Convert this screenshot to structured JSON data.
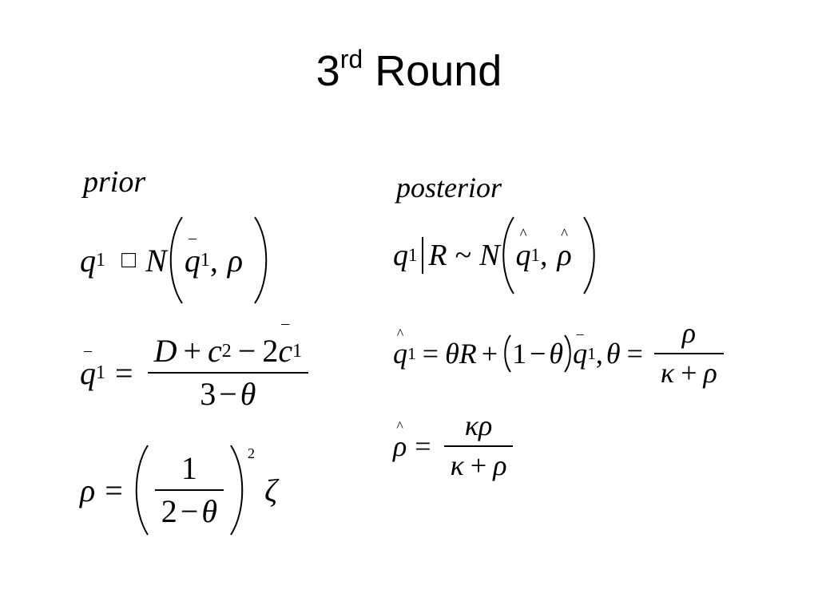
{
  "slide": {
    "title_main": "3",
    "title_sup": "rd",
    "title_rest": "Round"
  },
  "left": {
    "heading": "prior",
    "eq1": {
      "q": "q",
      "sub1": "1",
      "missing_glyph": "□",
      "N": "N",
      "bar_mark": "–",
      "qbar": "q",
      "qbar_sub": "1",
      "comma": ",",
      "rho": "ρ"
    },
    "eq2": {
      "bar_mark": "–",
      "q": "q",
      "sub1": "1",
      "equals": "=",
      "D": "D",
      "plus": "+",
      "c": "c",
      "sub2": "2",
      "minus": "−",
      "two": "2",
      "cbar_mark": "–",
      "c1": "c",
      "c1_sub": "1",
      "three": "3",
      "theta": "θ"
    },
    "eq3": {
      "rho": "ρ",
      "equals": "=",
      "one": "1",
      "two": "2",
      "minus": "−",
      "theta": "θ",
      "power": "2",
      "zeta": "ζ"
    }
  },
  "right": {
    "heading": "posterior",
    "eq1": {
      "q": "q",
      "sub1": "1",
      "R": "R",
      "tilde": "~",
      "N": "N",
      "hat_mark": "^",
      "qhat": "q",
      "qhat_sub": "1",
      "comma": ",",
      "rho": "ρ"
    },
    "eq2": {
      "hat_mark": "^",
      "q": "q",
      "sub1": "1",
      "equals": "=",
      "theta": "θ",
      "R": "R",
      "plus": "+",
      "one": "1",
      "minus": "−",
      "bar_mark": "–",
      "qbar": "q",
      "qbar_sub": "1",
      "comma": ",",
      "theta2": "θ",
      "equals2": "=",
      "num_rho": "ρ",
      "kappa": "κ",
      "plus2": "+",
      "den_rho": "ρ"
    },
    "eq3": {
      "hat_mark": "^",
      "rho": "ρ",
      "equals": "=",
      "num": "κρ",
      "kappa": "κ",
      "plus": "+",
      "den_rho": "ρ"
    }
  }
}
